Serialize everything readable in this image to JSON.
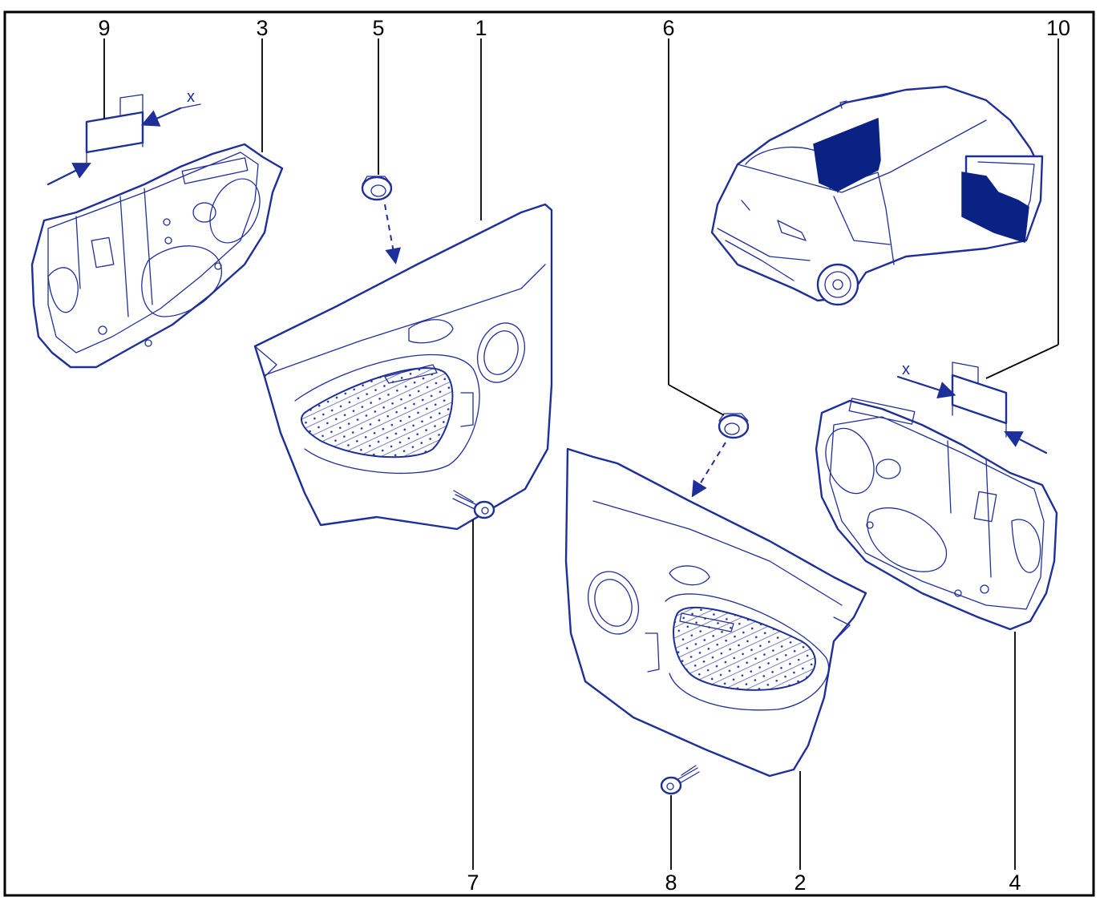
{
  "callouts": {
    "c1": "1",
    "c2": "2",
    "c3": "3",
    "c4": "4",
    "c5": "5",
    "c6": "6",
    "c7": "7",
    "c8": "8",
    "c9": "9",
    "c10": "10"
  },
  "section_marks": {
    "left_x": "x",
    "right_x": "x"
  },
  "colors": {
    "line": "#1f2f9a",
    "fill": "#0a2284",
    "frame": "#000000"
  }
}
